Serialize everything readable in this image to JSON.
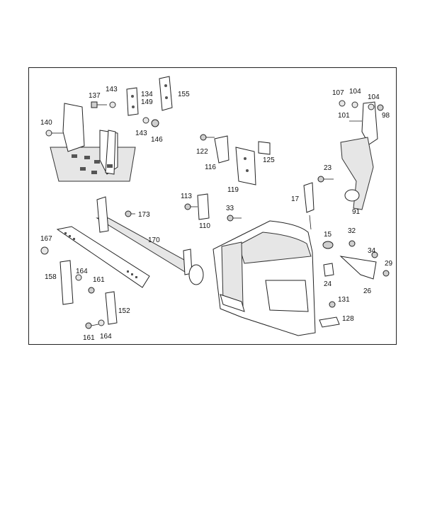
{
  "diagram": {
    "callouts": {
      "c137": "137",
      "c143a": "143",
      "c134": "134",
      "c149": "149",
      "c155": "155",
      "c140": "140",
      "c143b": "143",
      "c146": "146",
      "c122": "122",
      "c116": "116",
      "c125": "125",
      "c119": "119",
      "c107": "107",
      "c104a": "104",
      "c104b": "104",
      "c98": "98",
      "c101": "101",
      "c23": "23",
      "c91": "91",
      "c17": "17",
      "c113": "113",
      "c110": "110",
      "c33": "33",
      "c173": "173",
      "c170": "170",
      "c167": "167",
      "c158": "158",
      "c164a": "164",
      "c161a": "161",
      "c152": "152",
      "c161b": "161",
      "c164b": "164",
      "c15": "15",
      "c32": "32",
      "c34": "34",
      "c29": "29",
      "c24": "24",
      "c26": "26",
      "c131": "131",
      "c128": "128"
    }
  }
}
